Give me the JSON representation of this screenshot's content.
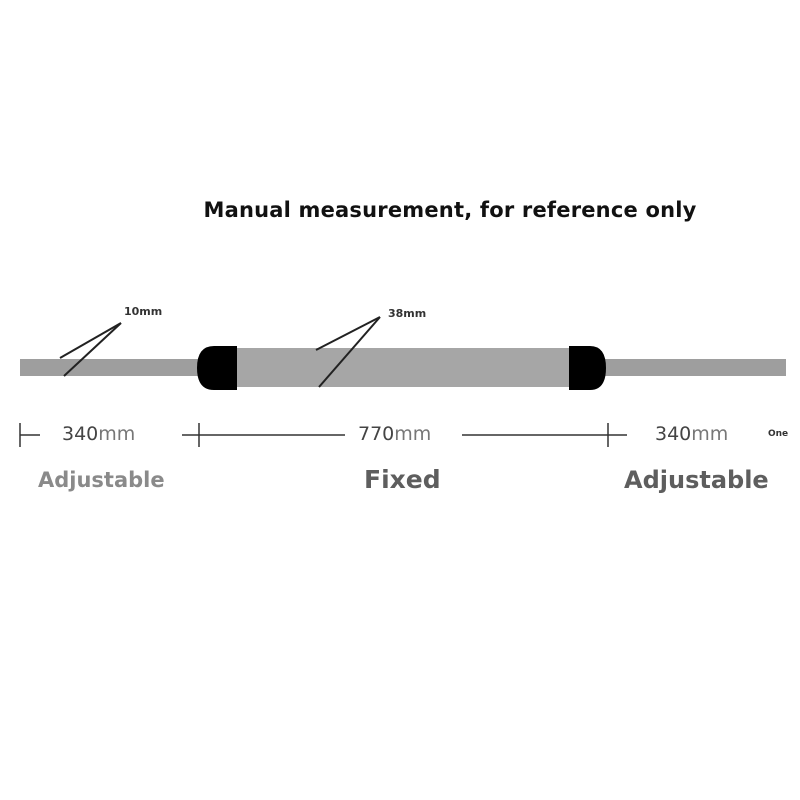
{
  "title": "Manual measurement, for reference only",
  "callouts": {
    "tube_diameter": "10mm",
    "grip_diameter": "38mm"
  },
  "dimensions": {
    "left": {
      "value": "340",
      "unit": "mm"
    },
    "center": {
      "value": "770",
      "unit": "mm"
    },
    "right": {
      "value": "340",
      "unit": "mm"
    }
  },
  "sections": {
    "left": "Adjustable",
    "center": "Fixed",
    "right": "Adjustable"
  },
  "note": "One",
  "colors": {
    "bar": "#9e9e9e",
    "grip": "#a6a6a6",
    "cap": "#000000",
    "label_light": "#8a8a8a",
    "label_dark": "#5e5e5e"
  }
}
